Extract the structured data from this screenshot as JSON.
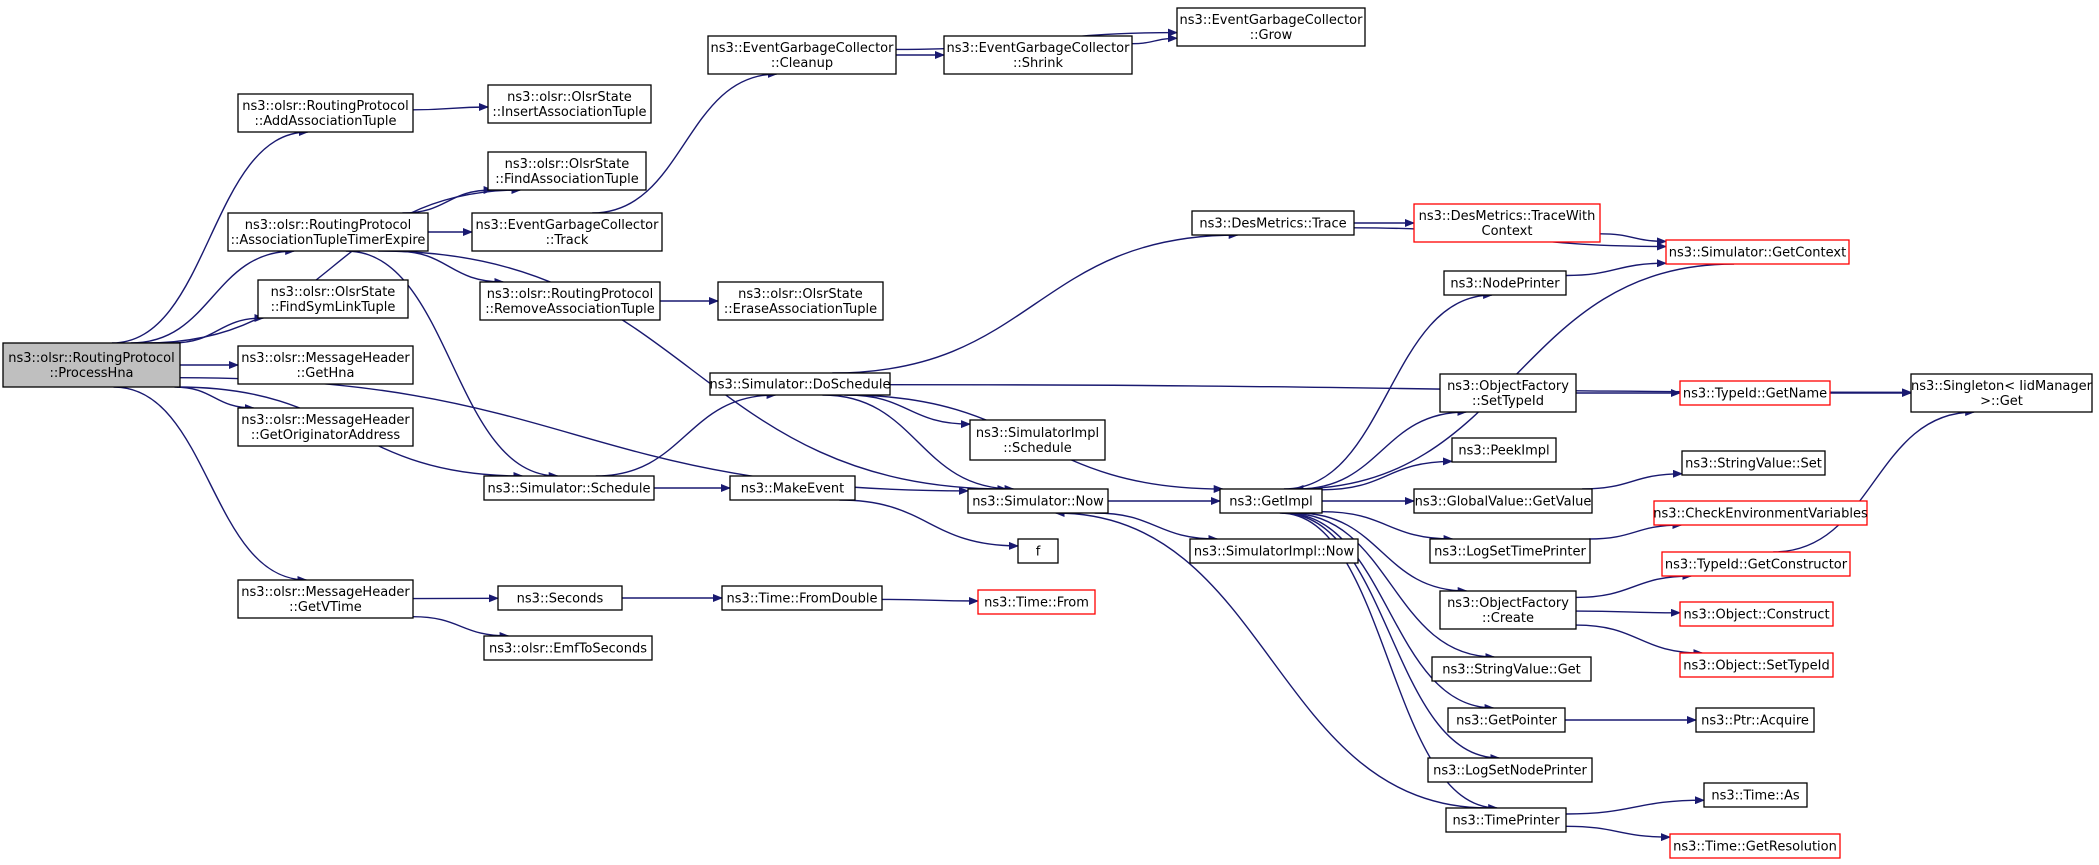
{
  "colors": {
    "edge": "#191970",
    "truncated_border": "#ff0000",
    "root_fill": "#bfbfbf",
    "node_border": "#000000"
  },
  "nodes": {
    "processhna": {
      "lines": [
        "ns3::olsr::RoutingProtocol",
        "::ProcessHna"
      ],
      "kind": "root"
    },
    "addassoc": {
      "lines": [
        "ns3::olsr::RoutingProtocol",
        "::AddAssociationTuple"
      ],
      "kind": "normal"
    },
    "insertassoc": {
      "lines": [
        "ns3::olsr::OlsrState",
        "::InsertAssociationTuple"
      ],
      "kind": "normal"
    },
    "findassoc": {
      "lines": [
        "ns3::olsr::OlsrState",
        "::FindAssociationTuple"
      ],
      "kind": "normal"
    },
    "assoctimer": {
      "lines": [
        "ns3::olsr::RoutingProtocol",
        "::AssociationTupleTimerExpire"
      ],
      "kind": "normal"
    },
    "findsymlink": {
      "lines": [
        "ns3::olsr::OlsrState",
        "::FindSymLinkTuple"
      ],
      "kind": "normal"
    },
    "gethna": {
      "lines": [
        "ns3::olsr::MessageHeader",
        "::GetHna"
      ],
      "kind": "normal"
    },
    "getorig": {
      "lines": [
        "ns3::olsr::MessageHeader",
        "::GetOriginatorAddress"
      ],
      "kind": "normal"
    },
    "getvtime": {
      "lines": [
        "ns3::olsr::MessageHeader",
        "::GetVTime"
      ],
      "kind": "normal"
    },
    "egc_track": {
      "lines": [
        "ns3::EventGarbageCollector",
        "::Track"
      ],
      "kind": "normal"
    },
    "removeassoc": {
      "lines": [
        "ns3::olsr::RoutingProtocol",
        "::RemoveAssociationTuple"
      ],
      "kind": "normal"
    },
    "eraseassoc": {
      "lines": [
        "ns3::olsr::OlsrState",
        "::EraseAssociationTuple"
      ],
      "kind": "normal"
    },
    "egc_cleanup": {
      "lines": [
        "ns3::EventGarbageCollector",
        "::Cleanup"
      ],
      "kind": "normal"
    },
    "egc_shrink": {
      "lines": [
        "ns3::EventGarbageCollector",
        "::Shrink"
      ],
      "kind": "normal"
    },
    "egc_grow": {
      "lines": [
        "ns3::EventGarbageCollector",
        "::Grow"
      ],
      "kind": "normal"
    },
    "sim_schedule": {
      "lines": [
        "ns3::Simulator::Schedule"
      ],
      "kind": "normal"
    },
    "sim_doschedule": {
      "lines": [
        "ns3::Simulator::DoSchedule"
      ],
      "kind": "normal"
    },
    "simimpl_schedule": {
      "lines": [
        "ns3::SimulatorImpl",
        "::Schedule"
      ],
      "kind": "normal"
    },
    "makeevent": {
      "lines": [
        "ns3::MakeEvent"
      ],
      "kind": "normal"
    },
    "sim_now": {
      "lines": [
        "ns3::Simulator::Now"
      ],
      "kind": "normal"
    },
    "f": {
      "lines": [
        "f"
      ],
      "kind": "normal"
    },
    "seconds": {
      "lines": [
        "ns3::Seconds"
      ],
      "kind": "normal"
    },
    "emftoseconds": {
      "lines": [
        "ns3::olsr::EmfToSeconds"
      ],
      "kind": "normal"
    },
    "time_fromdouble": {
      "lines": [
        "ns3::Time::FromDouble"
      ],
      "kind": "normal"
    },
    "time_from": {
      "lines": [
        "ns3::Time::From"
      ],
      "kind": "truncated"
    },
    "desmetrics_trace": {
      "lines": [
        "ns3::DesMetrics::Trace"
      ],
      "kind": "normal"
    },
    "desmetrics_tracewith": {
      "lines": [
        "ns3::DesMetrics::TraceWith",
        "Context"
      ],
      "kind": "truncated"
    },
    "sim_getcontext": {
      "lines": [
        "ns3::Simulator::GetContext"
      ],
      "kind": "truncated"
    },
    "nodeprinter": {
      "lines": [
        "ns3::NodePrinter"
      ],
      "kind": "normal"
    },
    "getimpl": {
      "lines": [
        "ns3::GetImpl"
      ],
      "kind": "normal"
    },
    "simimpl_now": {
      "lines": [
        "ns3::SimulatorImpl::Now"
      ],
      "kind": "normal"
    },
    "of_settypeid": {
      "lines": [
        "ns3::ObjectFactory",
        "::SetTypeId"
      ],
      "kind": "normal"
    },
    "typeid_getname": {
      "lines": [
        "ns3::TypeId::GetName"
      ],
      "kind": "truncated"
    },
    "singleton_get": {
      "lines": [
        "ns3::Singleton< IidManager",
        ">::Get"
      ],
      "kind": "normal"
    },
    "peekimpl": {
      "lines": [
        "ns3::PeekImpl"
      ],
      "kind": "normal"
    },
    "globalvalue_getvalue": {
      "lines": [
        "ns3::GlobalValue::GetValue"
      ],
      "kind": "normal"
    },
    "stringvalue_set": {
      "lines": [
        "ns3::StringValue::Set"
      ],
      "kind": "normal"
    },
    "checkenv": {
      "lines": [
        "ns3::CheckEnvironmentVariables"
      ],
      "kind": "truncated"
    },
    "logsettimeprinter": {
      "lines": [
        "ns3::LogSetTimePrinter"
      ],
      "kind": "normal"
    },
    "typeid_getconstructor": {
      "lines": [
        "ns3::TypeId::GetConstructor"
      ],
      "kind": "truncated"
    },
    "of_create": {
      "lines": [
        "ns3::ObjectFactory",
        "::Create"
      ],
      "kind": "normal"
    },
    "object_construct": {
      "lines": [
        "ns3::Object::Construct"
      ],
      "kind": "truncated"
    },
    "object_settypeid": {
      "lines": [
        "ns3::Object::SetTypeId"
      ],
      "kind": "truncated"
    },
    "stringvalue_get": {
      "lines": [
        "ns3::StringValue::Get"
      ],
      "kind": "normal"
    },
    "getpointer": {
      "lines": [
        "ns3::GetPointer"
      ],
      "kind": "normal"
    },
    "ptr_acquire": {
      "lines": [
        "ns3::Ptr::Acquire"
      ],
      "kind": "normal"
    },
    "logsetnodeprinter": {
      "lines": [
        "ns3::LogSetNodePrinter"
      ],
      "kind": "normal"
    },
    "timeprinter": {
      "lines": [
        "ns3::TimePrinter"
      ],
      "kind": "normal"
    },
    "time_as": {
      "lines": [
        "ns3::Time::As"
      ],
      "kind": "normal"
    },
    "time_getresolution": {
      "lines": [
        "ns3::Time::GetResolution"
      ],
      "kind": "truncated"
    }
  },
  "edges": [
    [
      "processhna",
      "addassoc"
    ],
    [
      "processhna",
      "findassoc"
    ],
    [
      "processhna",
      "assoctimer"
    ],
    [
      "processhna",
      "findsymlink"
    ],
    [
      "processhna",
      "gethna"
    ],
    [
      "processhna",
      "getorig"
    ],
    [
      "processhna",
      "getvtime"
    ],
    [
      "processhna",
      "sim_schedule"
    ],
    [
      "processhna",
      "sim_now"
    ],
    [
      "addassoc",
      "insertassoc"
    ],
    [
      "assoctimer",
      "findassoc"
    ],
    [
      "assoctimer",
      "egc_track"
    ],
    [
      "assoctimer",
      "removeassoc"
    ],
    [
      "assoctimer",
      "sim_schedule"
    ],
    [
      "assoctimer",
      "sim_now"
    ],
    [
      "egc_track",
      "egc_cleanup"
    ],
    [
      "egc_cleanup",
      "egc_shrink"
    ],
    [
      "egc_cleanup",
      "egc_grow"
    ],
    [
      "egc_shrink",
      "egc_grow"
    ],
    [
      "removeassoc",
      "eraseassoc"
    ],
    [
      "getvtime",
      "seconds"
    ],
    [
      "getvtime",
      "emftoseconds"
    ],
    [
      "seconds",
      "time_fromdouble"
    ],
    [
      "time_fromdouble",
      "time_from"
    ],
    [
      "sim_schedule",
      "sim_doschedule"
    ],
    [
      "sim_schedule",
      "makeevent"
    ],
    [
      "makeevent",
      "f"
    ],
    [
      "sim_doschedule",
      "desmetrics_trace"
    ],
    [
      "sim_doschedule",
      "singleton_get"
    ],
    [
      "sim_doschedule",
      "getimpl"
    ],
    [
      "sim_doschedule",
      "simimpl_schedule"
    ],
    [
      "sim_doschedule",
      "sim_now"
    ],
    [
      "sim_now",
      "getimpl"
    ],
    [
      "sim_now",
      "simimpl_now"
    ],
    [
      "desmetrics_trace",
      "desmetrics_tracewith"
    ],
    [
      "desmetrics_trace",
      "sim_getcontext"
    ],
    [
      "desmetrics_tracewith",
      "sim_getcontext"
    ],
    [
      "nodeprinter",
      "sim_getcontext"
    ],
    [
      "sim_getcontext",
      "getimpl"
    ],
    [
      "getimpl",
      "nodeprinter"
    ],
    [
      "getimpl",
      "of_settypeid"
    ],
    [
      "getimpl",
      "peekimpl"
    ],
    [
      "getimpl",
      "globalvalue_getvalue"
    ],
    [
      "getimpl",
      "logsettimeprinter"
    ],
    [
      "getimpl",
      "of_create"
    ],
    [
      "getimpl",
      "stringvalue_get"
    ],
    [
      "getimpl",
      "getpointer"
    ],
    [
      "getimpl",
      "logsetnodeprinter"
    ],
    [
      "getimpl",
      "timeprinter"
    ],
    [
      "of_settypeid",
      "typeid_getname"
    ],
    [
      "typeid_getname",
      "singleton_get"
    ],
    [
      "globalvalue_getvalue",
      "stringvalue_set"
    ],
    [
      "logsettimeprinter",
      "checkenv"
    ],
    [
      "of_create",
      "typeid_getconstructor"
    ],
    [
      "of_create",
      "object_construct"
    ],
    [
      "of_create",
      "object_settypeid"
    ],
    [
      "typeid_getconstructor",
      "singleton_get"
    ],
    [
      "getpointer",
      "ptr_acquire"
    ],
    [
      "timeprinter",
      "sim_now"
    ],
    [
      "timeprinter",
      "time_as"
    ],
    [
      "timeprinter",
      "time_getresolution"
    ]
  ]
}
